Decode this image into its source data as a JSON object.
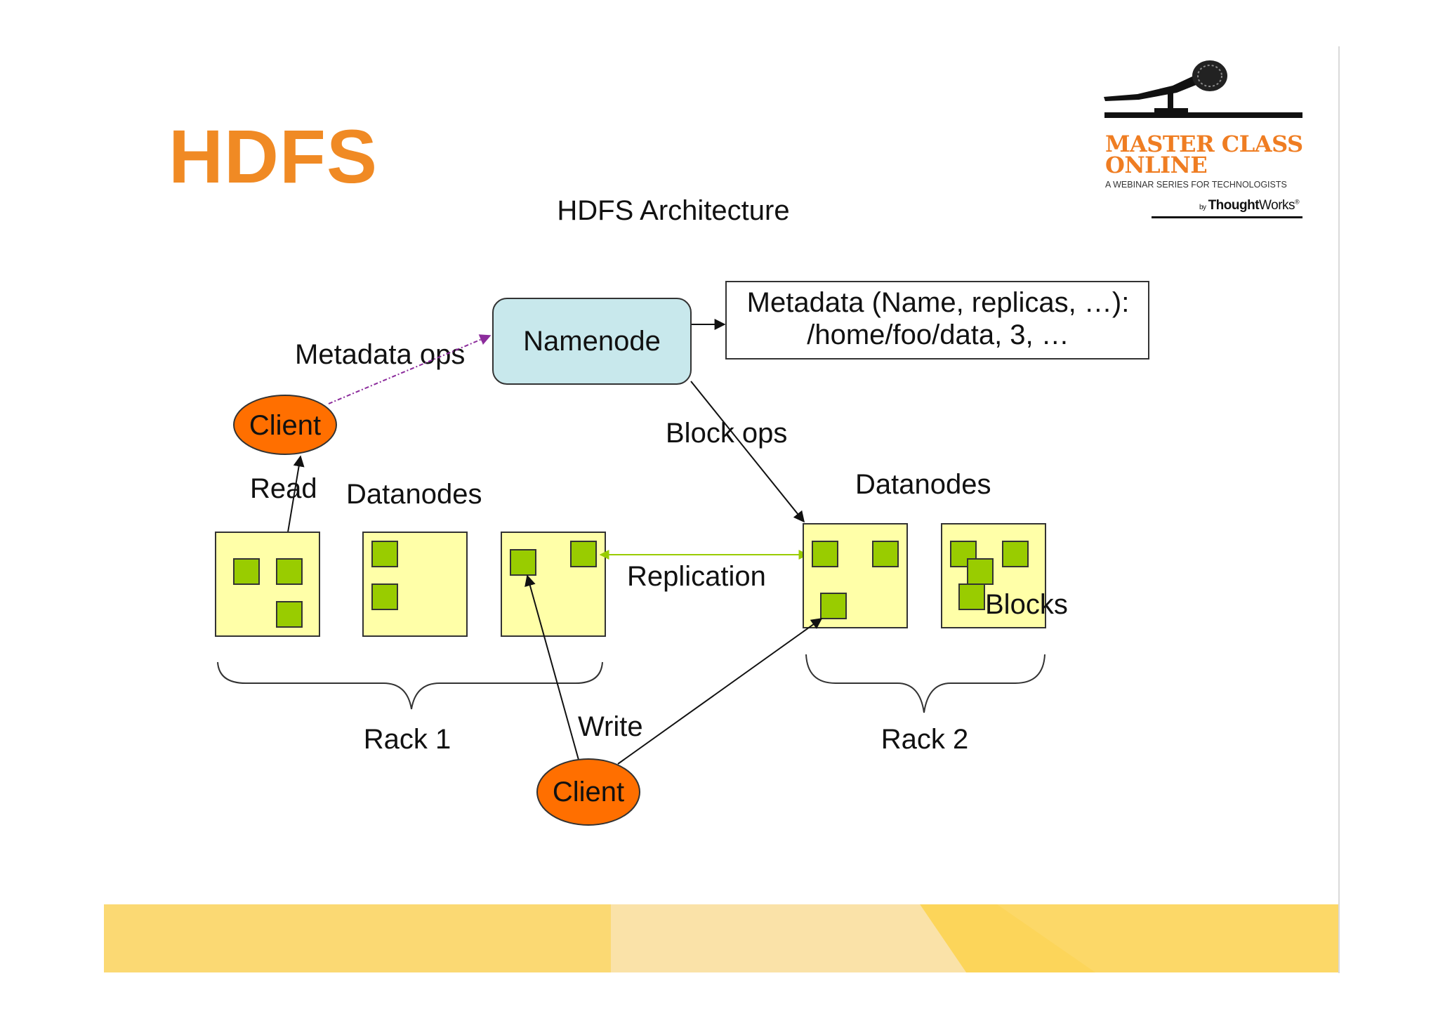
{
  "slide": {
    "title": "HDFS"
  },
  "logo": {
    "line1": "MASTER CLASS",
    "line2": "ONLINE",
    "tagline": "A WEBINAR SERIES FOR TECHNOLOGISTS",
    "by": "by",
    "brand_bold": "Thought",
    "brand_rest": "Works",
    "brand_mark": "®",
    "icon": "microphone-icon"
  },
  "diagram": {
    "title": "HDFS Architecture",
    "namenode": "Namenode",
    "metadata_line1": "Metadata (Name, replicas, …):",
    "metadata_line2": "/home/foo/data, 3, …",
    "metadata_ops": "Metadata ops",
    "block_ops": "Block ops",
    "client_top": "Client",
    "client_bottom": "Client",
    "read": "Read",
    "write": "Write",
    "replication": "Replication",
    "datanodes_left": "Datanodes",
    "datanodes_right": "Datanodes",
    "blocks": "Blocks",
    "rack1": "Rack 1",
    "rack2": "Rack 2"
  },
  "colors": {
    "title_orange": "#f08a24",
    "client_fill": "#ff6f00",
    "namenode_fill": "#c8e8ec",
    "datanode_fill": "#ffffa8",
    "block_fill": "#99cc00",
    "metadata_arrow": "#8c2c9c",
    "replication_arrow": "#99cc00",
    "footer_yellow": "#fbd970"
  }
}
